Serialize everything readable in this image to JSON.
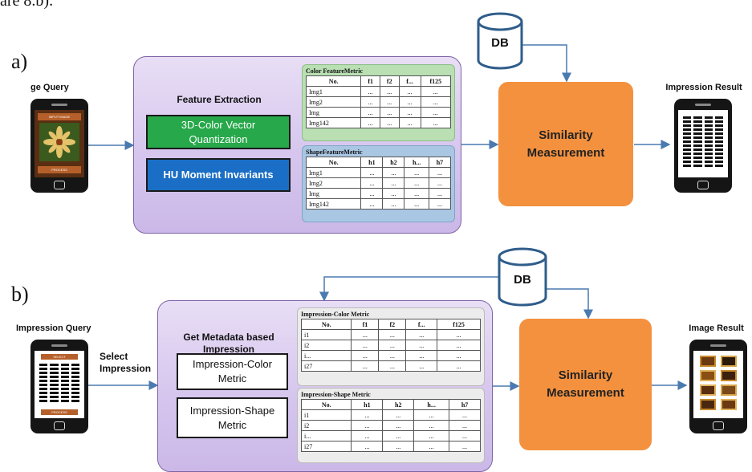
{
  "top_fragment": "are 8.b).",
  "part_a": {
    "label": "a)",
    "query_label": "ge Query",
    "phone_screen_top": "IMPUT IMAGE",
    "phone_screen_bottom": "PROCESS",
    "extraction_title": "Feature Extraction",
    "method_1": "3D-Color Vector Quantization",
    "method_2": "HU Moment Invariants",
    "db_label": "DB",
    "similarity": "Similarity Measurement",
    "result_label": "Impression Result",
    "color_table": {
      "title": "Color FeatureMetric",
      "headers": [
        "No.",
        "f1",
        "f2",
        "f...",
        "f125"
      ],
      "rows": [
        [
          "Img1",
          "...",
          "...",
          "...",
          "..."
        ],
        [
          "Img2",
          "...",
          "...",
          "...",
          "..."
        ],
        [
          "Img",
          "...",
          "...",
          "...",
          "..."
        ],
        [
          "Img142",
          "...",
          "...",
          "...",
          "..."
        ]
      ]
    },
    "shape_table": {
      "title": "ShapeFeatureMetric",
      "headers": [
        "No.",
        "h1",
        "h2",
        "h...",
        "h7"
      ],
      "rows": [
        [
          "Img1",
          "...",
          "...",
          "...",
          "..."
        ],
        [
          "Img2",
          "...",
          "...",
          "...",
          "..."
        ],
        [
          "Img",
          "...",
          "...",
          "...",
          "..."
        ],
        [
          "Img142",
          "...",
          "...",
          "...",
          "..."
        ]
      ]
    }
  },
  "part_b": {
    "label": "b)",
    "query_label": "Impression Query",
    "select_label": "Select Impression",
    "phone_screen_top": "SELECT",
    "phone_screen_bottom": "PROCESS",
    "metadata_title": "Get Metadata based Impression",
    "metric_1": "Impression-Color Metric",
    "metric_2": "Impression-Shape Metric",
    "db_label": "DB",
    "similarity": "Similarity Measurement",
    "result_label": "Image Result",
    "color_table": {
      "title": "Impression-Color Metric",
      "headers": [
        "No.",
        "f1",
        "f2",
        "f...",
        "f125"
      ],
      "rows": [
        [
          "i1",
          "...",
          "...",
          "...",
          "..."
        ],
        [
          "i2",
          "...",
          "...",
          "...",
          "..."
        ],
        [
          "i...",
          "...",
          "...",
          "...",
          "..."
        ],
        [
          "i27",
          "...",
          "...",
          "...",
          "..."
        ]
      ]
    },
    "shape_table": {
      "title": "Impression-Shape Metric",
      "headers": [
        "No.",
        "h1",
        "h2",
        "h...",
        "h7"
      ],
      "rows": [
        [
          "i1",
          "...",
          "...",
          "...",
          "..."
        ],
        [
          "i2",
          "...",
          "...",
          "...",
          "..."
        ],
        [
          "i...",
          "...",
          "...",
          "...",
          "..."
        ],
        [
          "i27",
          "...",
          "...",
          "...",
          "..."
        ]
      ]
    }
  },
  "colors": {
    "panel": "#d6c6ee",
    "similarity": "#f4913f",
    "db_stroke": "#2f5d8a",
    "arrow": "#4a7ab0",
    "green_box": "#27a84a",
    "blue_box": "#1a6ec5",
    "color_table_bg": "#b9dfb3",
    "shape_table_bg": "#a9c6e3"
  }
}
